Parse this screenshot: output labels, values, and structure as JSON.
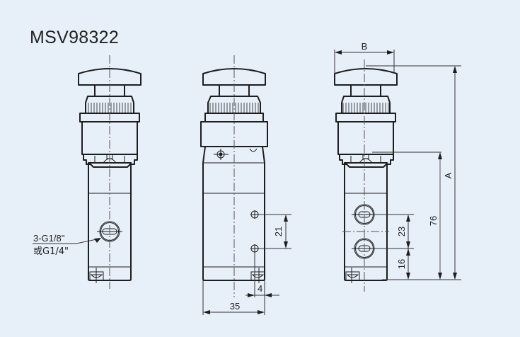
{
  "title": "MSV98322",
  "callout": {
    "line1": "3-G1/8\"",
    "line2": "或G1/4\""
  },
  "dimensions": {
    "B": "B",
    "A": "A",
    "d76": "76",
    "d23": "23",
    "d16": "16",
    "d21": "21",
    "d4": "4",
    "d35": "35"
  },
  "views": [
    "left-view",
    "front-view",
    "right-view"
  ],
  "colors": {
    "background": "#e7eff9",
    "line": "#1e1e1e"
  }
}
